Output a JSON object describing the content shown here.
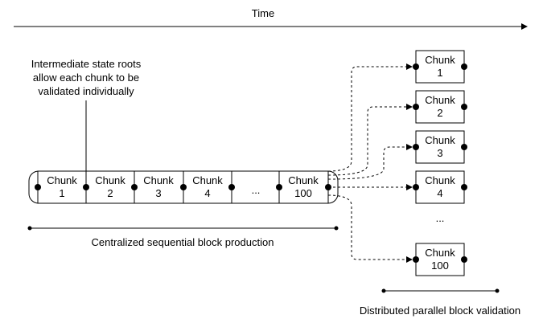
{
  "time_label": "Time",
  "annotation": {
    "lines": [
      "Intermediate state roots",
      "allow each chunk to be",
      "validated individually"
    ]
  },
  "sequential": {
    "chunks": [
      {
        "line1": "Chunk",
        "line2": "1"
      },
      {
        "line1": "Chunk",
        "line2": "2"
      },
      {
        "line1": "Chunk",
        "line2": "3"
      },
      {
        "line1": "Chunk",
        "line2": "4"
      }
    ],
    "ellipsis": "...",
    "last_chunk": {
      "line1": "Chunk",
      "line2": "100"
    },
    "caption": "Centralized sequential block production"
  },
  "parallel": {
    "chunks": [
      {
        "line1": "Chunk",
        "line2": "1"
      },
      {
        "line1": "Chunk",
        "line2": "2"
      },
      {
        "line1": "Chunk",
        "line2": "3"
      },
      {
        "line1": "Chunk",
        "line2": "4"
      }
    ],
    "ellipsis": "...",
    "last_chunk": {
      "line1": "Chunk",
      "line2": "100"
    },
    "caption": "Distributed parallel block validation"
  },
  "colors": {
    "stroke": "#000000",
    "background": "#ffffff"
  }
}
